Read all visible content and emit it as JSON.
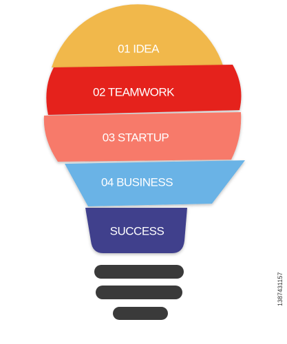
{
  "segments": [
    {
      "label": "01 IDEA",
      "color": "#F1B84B",
      "shadow": "#D9A13A"
    },
    {
      "label": "02 TEAMWORK",
      "color": "#E5221D",
      "shadow": "#B71713"
    },
    {
      "label": "03 STARTUP",
      "color": "#F77A6A",
      "shadow": "#D65B4C"
    },
    {
      "label": "04 BUSINESS",
      "color": "#6BB3E6",
      "shadow": "#4A92C6"
    },
    {
      "label": "SUCCESS",
      "color": "#3F3F8C",
      "shadow": "#2E2E6E"
    }
  ],
  "base": {
    "color": "#3A3A3A"
  },
  "stock_id": "1387431157"
}
